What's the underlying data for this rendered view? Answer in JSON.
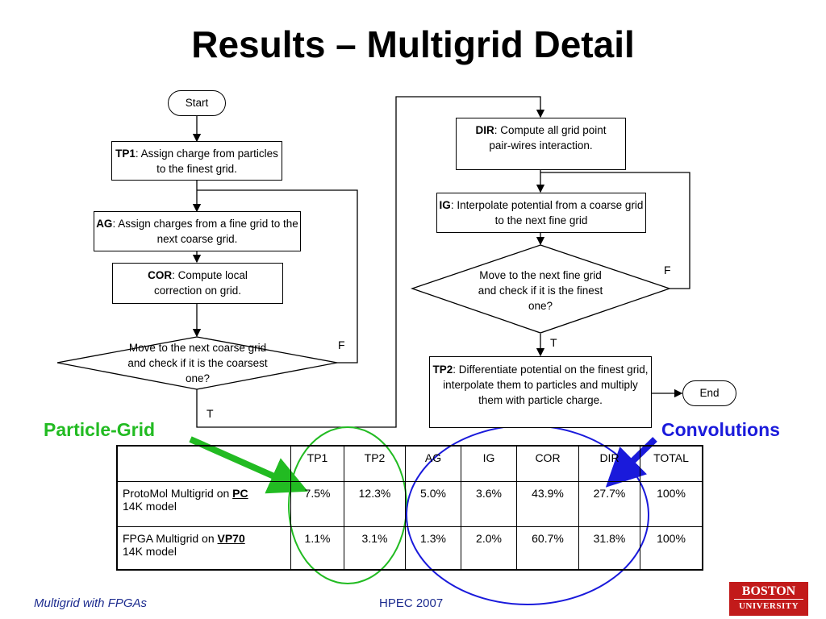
{
  "title": "Results – Multigrid Detail",
  "flowchart": {
    "start": "Start",
    "tp1": {
      "key": "TP1",
      "text": ": Assign charge from particles to the finest grid."
    },
    "ag": {
      "key": "AG",
      "text": ": Assign charges from a fine grid to the next coarse grid."
    },
    "cor": {
      "key": "COR",
      "text": ": Compute local correction on grid."
    },
    "decision_coarse": "Move to the next coarse grid and check if it is the coarsest one?",
    "f_coarse": "F",
    "t_coarse": "T",
    "dir": {
      "key": "DIR",
      "text": ": Compute all grid point pair-wires interaction."
    },
    "ig": {
      "key": "IG",
      "text": ": Interpolate potential from a coarse grid to the next fine grid"
    },
    "decision_fine": "Move to the next fine grid and check if it is the finest one?",
    "f_fine": "F",
    "t_fine": "T",
    "tp2": {
      "key": "TP2",
      "text": ": Differentiate potential on the finest grid, interpolate them to particles and multiply them with particle charge."
    },
    "end": "End"
  },
  "callouts": {
    "particle_grid": "Particle-Grid",
    "convolutions": "Convolutions",
    "green": "#22bb22",
    "blue": "#1a1adb"
  },
  "table": {
    "headers": [
      "",
      "TP1",
      "TP2",
      "AG",
      "IG",
      "COR",
      "DIR",
      "TOTAL"
    ],
    "rows": [
      {
        "prefix": "ProtoMol Multigrid on ",
        "platform": "PC",
        "model": "14K model",
        "values": [
          "7.5%",
          "12.3%",
          "5.0%",
          "3.6%",
          "43.9%",
          "27.7%",
          "100%"
        ]
      },
      {
        "prefix": "FPGA Multigrid on ",
        "platform": "VP70",
        "model": "14K model",
        "values": [
          "1.1%",
          "3.1%",
          "1.3%",
          "2.0%",
          "60.7%",
          "31.8%",
          "100%"
        ]
      }
    ]
  },
  "footer": {
    "left": "Multigrid with FPGAs",
    "center": "HPEC 2007",
    "logo_line1": "BOSTON",
    "logo_line2": "UNIVERSITY"
  }
}
